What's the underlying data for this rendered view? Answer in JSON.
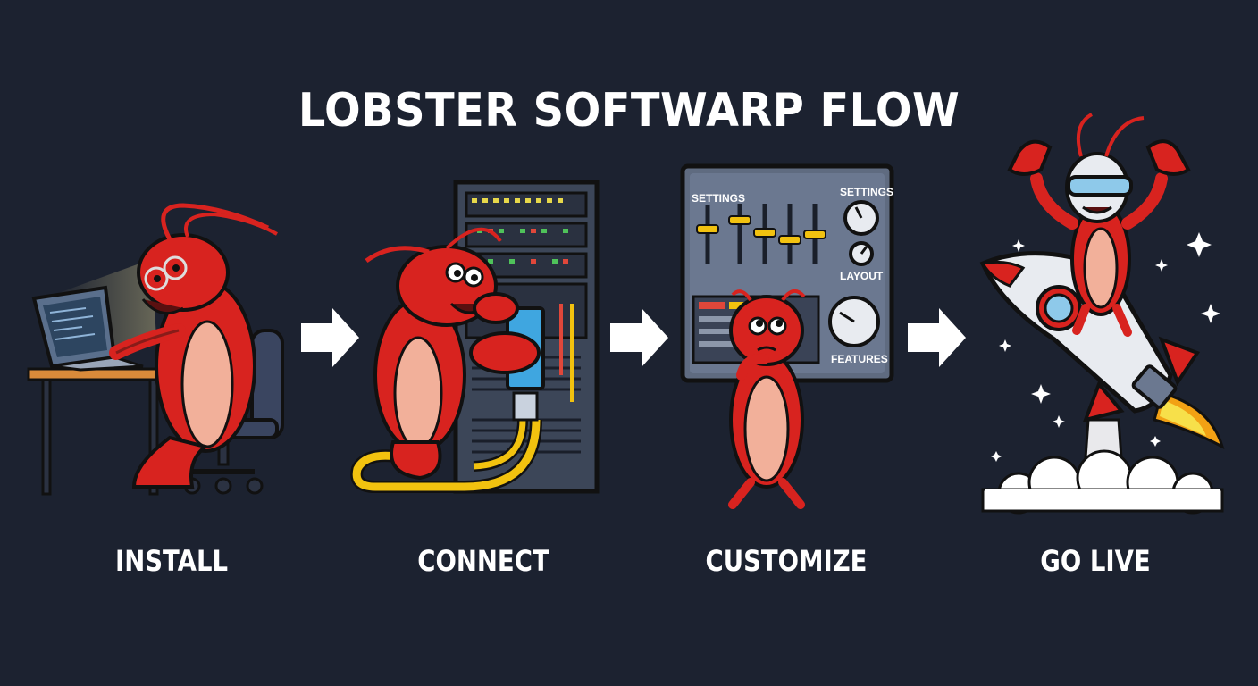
{
  "title": "LOBSTER SOFTWARP FLOW",
  "steps": [
    {
      "label": "INSTALL",
      "icon": "lobster-at-laptop-icon"
    },
    {
      "label": "CONNECT",
      "icon": "lobster-plugging-server-icon"
    },
    {
      "label": "CUSTOMIZE",
      "icon": "lobster-thinking-at-control-panel-icon"
    },
    {
      "label": "GO LIVE",
      "icon": "lobster-riding-rocket-icon"
    }
  ],
  "control_panel": {
    "settings_left": "SETTINGS",
    "settings_right": "SETTINGS",
    "layout": "LAYOUT",
    "features": "FEATURES"
  },
  "colors": {
    "background": "#1c2230",
    "lobster": "#d8231f",
    "lobster_belly": "#f2b09a",
    "arrow": "#ffffff",
    "cable": "#f2c20f"
  }
}
